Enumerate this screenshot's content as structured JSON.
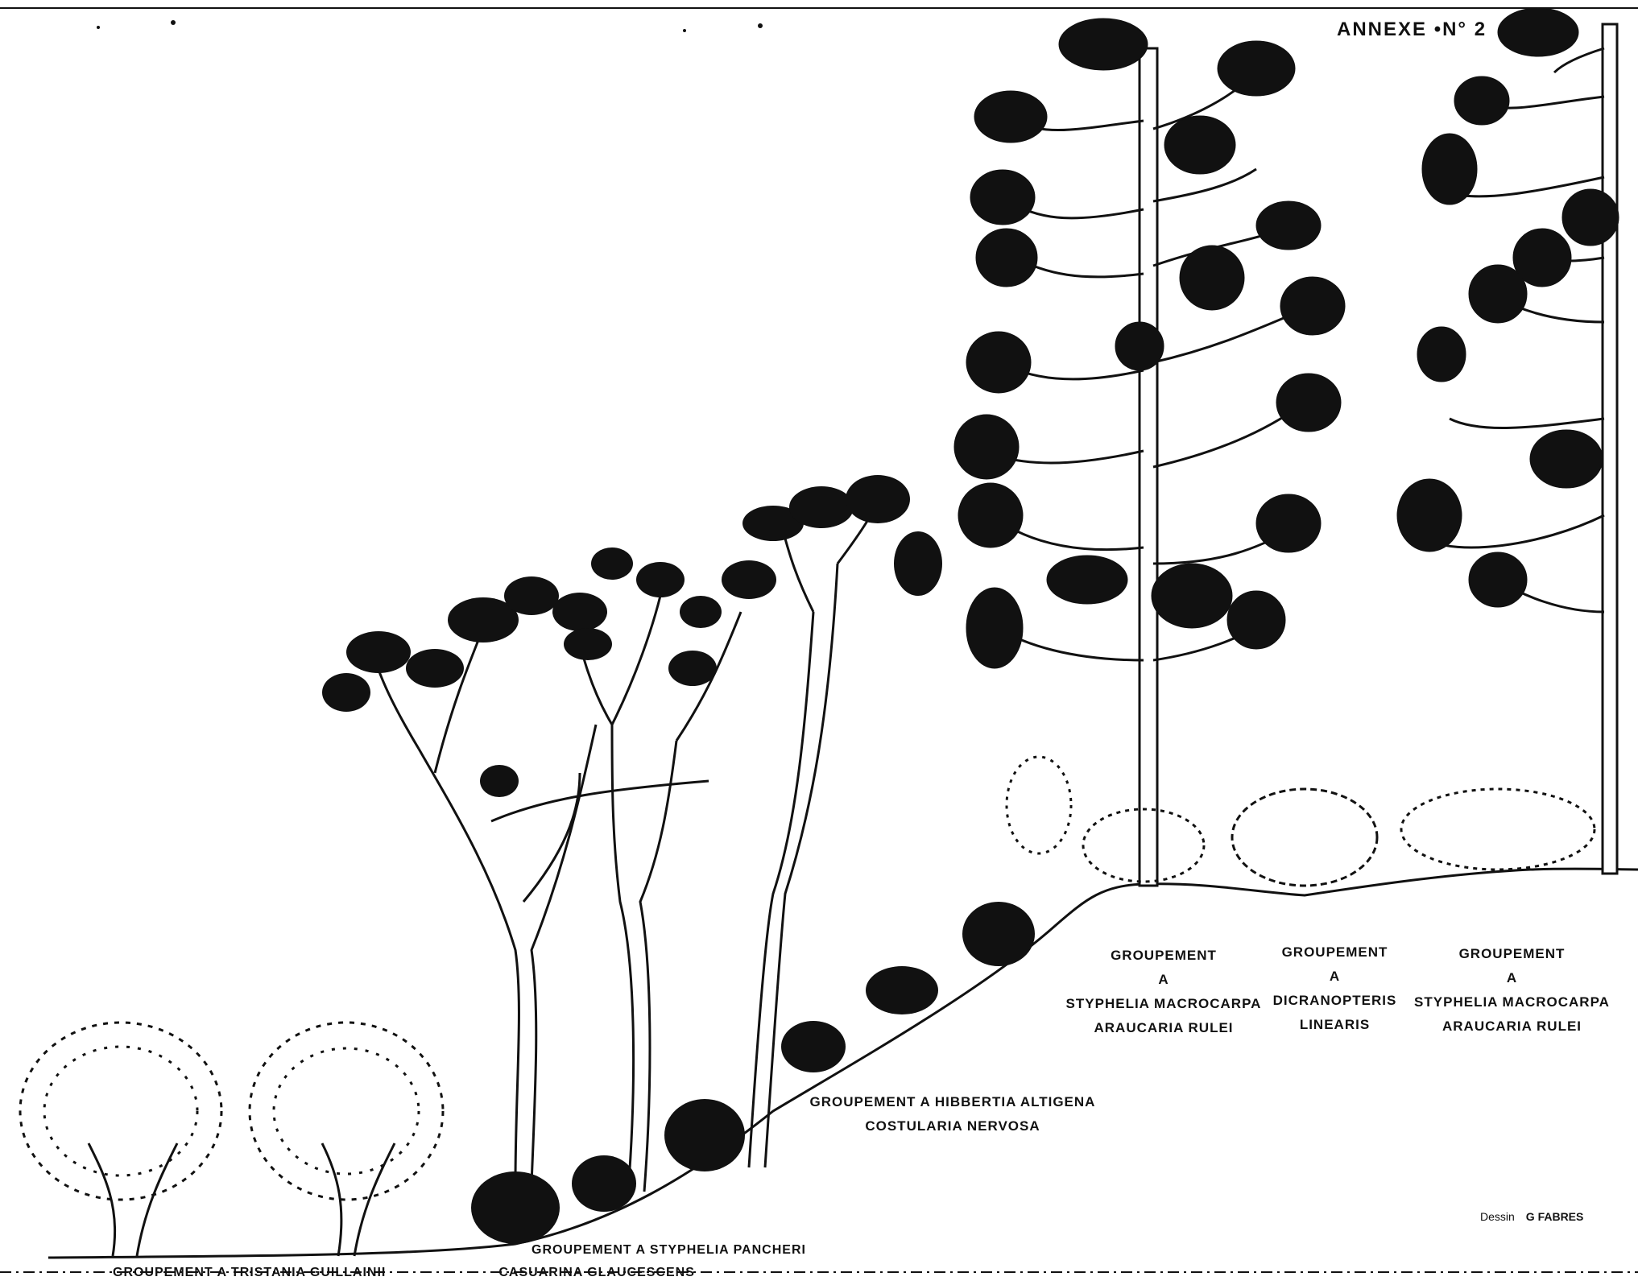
{
  "annex_title": "ANNEXE •N° 2",
  "credit": {
    "prefix": "Dessin",
    "name": "G FABRES"
  },
  "groupings": {
    "styphelia_left": [
      "GROUPEMENT",
      "A",
      "STYPHELIA MACROCARPA",
      "ARAUCARIA RULEI"
    ],
    "dicranopteris": [
      "GROUPEMENT",
      "A",
      "DICRANOPTERIS",
      "LINEARIS"
    ],
    "styphelia_right": [
      "GROUPEMENT",
      "A",
      "STYPHELIA MACROCARPA",
      "ARAUCARIA RULEI"
    ],
    "hibbertia": [
      "GROUPEMENT A HIBBERTIA ALTIGENA",
      "COSTULARIA NERVOSA"
    ],
    "pancheri": "GROUPEMENT A STYPHELIA PANCHERI",
    "bottom_left": "GROUPEMENT A TRISTANIA GUILLAINII",
    "bottom_right": "CASUARINA GLAUCESCENS"
  },
  "colors": {
    "ink": "#111111",
    "paper": "#ffffff"
  }
}
